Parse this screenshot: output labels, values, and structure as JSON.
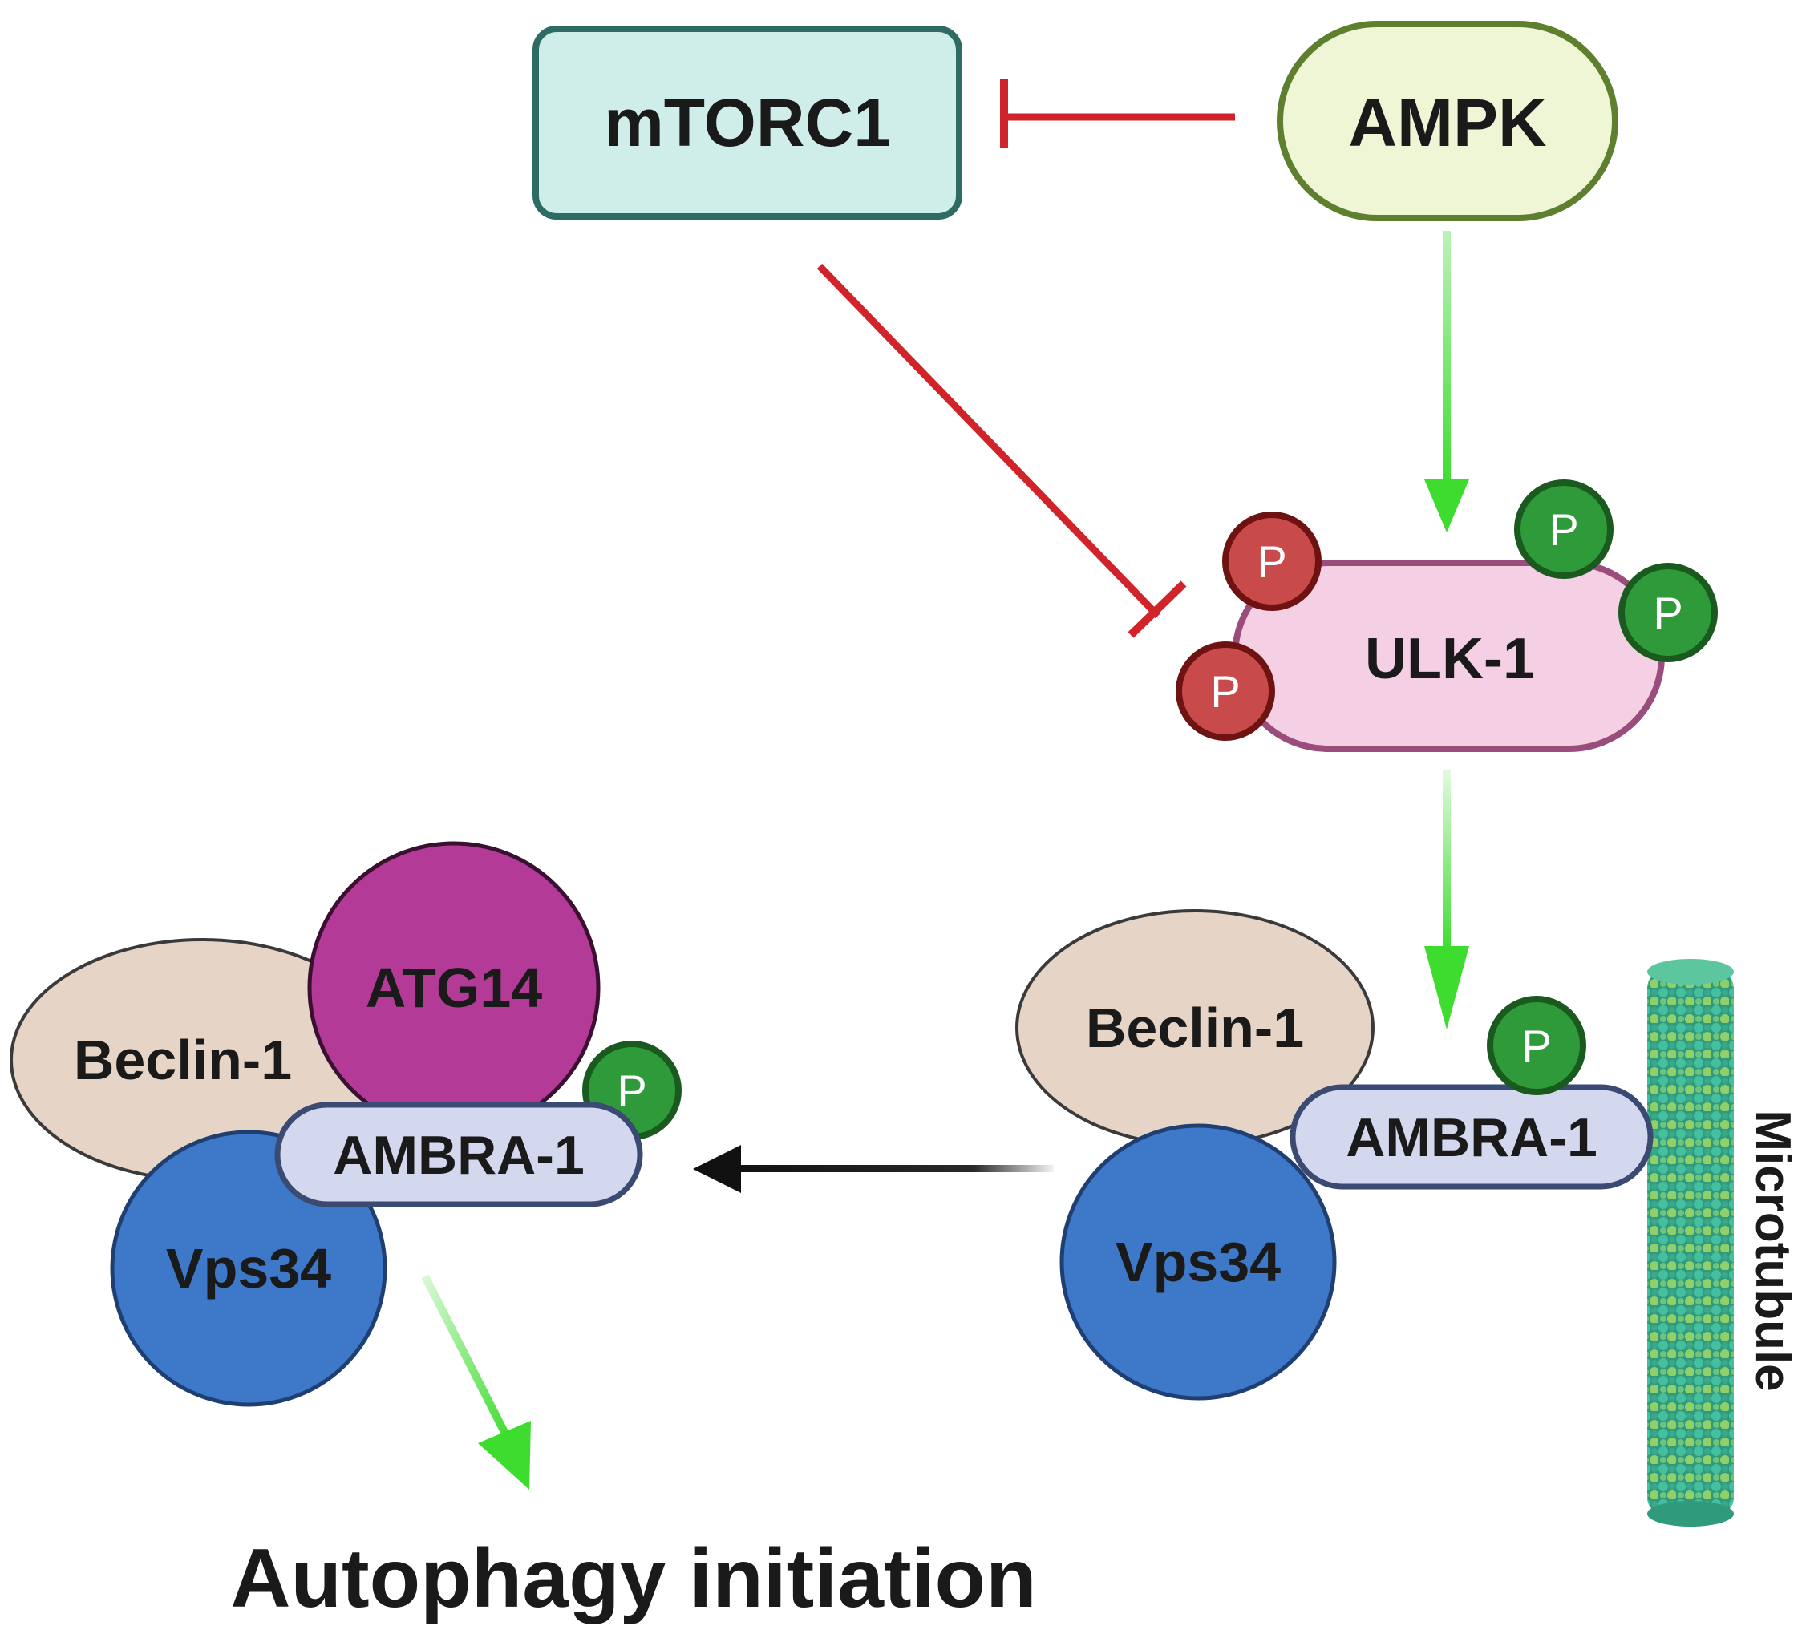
{
  "nodes": {
    "mtorc1": "mTORC1",
    "ampk": "AMPK",
    "ulk1": "ULK-1",
    "phospho": "P",
    "right_complex": {
      "beclin": "Beclin-1",
      "ambra": "AMBRA-1",
      "vps34": "Vps34",
      "microtubule": "Microtubule"
    },
    "left_complex": {
      "beclin": "Beclin-1",
      "atg14": "ATG14",
      "ambra": "AMBRA-1",
      "vps34": "Vps34"
    },
    "outcome": "Autophagy initiation"
  },
  "colors": {
    "inhibition": "#d1232a",
    "activation": "#3ddc2e",
    "transition": "#111111",
    "mtorc1_fill": "#cfeeea",
    "mtorc1_stroke": "#2e6b62",
    "ampk_fill": "#eef6d6",
    "ampk_stroke": "#5d7f2e",
    "ulk1_fill": "#f5cfe4",
    "ulk1_stroke": "#9a4d7c",
    "beclin_fill": "#e6d5c7",
    "atg14_fill": "#b33a96",
    "ambra_fill": "#d3d8ee",
    "ambra_stroke": "#3b4a73",
    "vps34_fill": "#3e78c8",
    "p_red": "#c84a4a",
    "p_green": "#2f9a3a",
    "microtubule_a": "#3fb89a",
    "microtubule_b": "#8fd06a"
  }
}
